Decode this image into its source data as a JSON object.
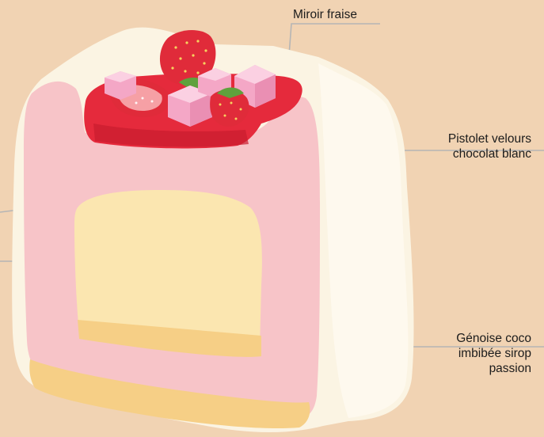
{
  "labels": {
    "miroir": "Miroir fraise",
    "pistolet_line1": "Pistolet velours",
    "pistolet_line2": "chocolat blanc",
    "genoise_line1": "Génoise coco",
    "genoise_line2": "imbibée sirop",
    "genoise_line3": "passion"
  },
  "colors": {
    "background": "#f1d3b3",
    "velours_shell": "#fbf4e3",
    "mousse": "#f7c4c8",
    "cream_insert": "#fbe6b0",
    "genoise": "#f6cf86",
    "miroir": "#e52a3c",
    "strawberry": "#e02b3a",
    "leader_line": "#b5b5b5"
  }
}
